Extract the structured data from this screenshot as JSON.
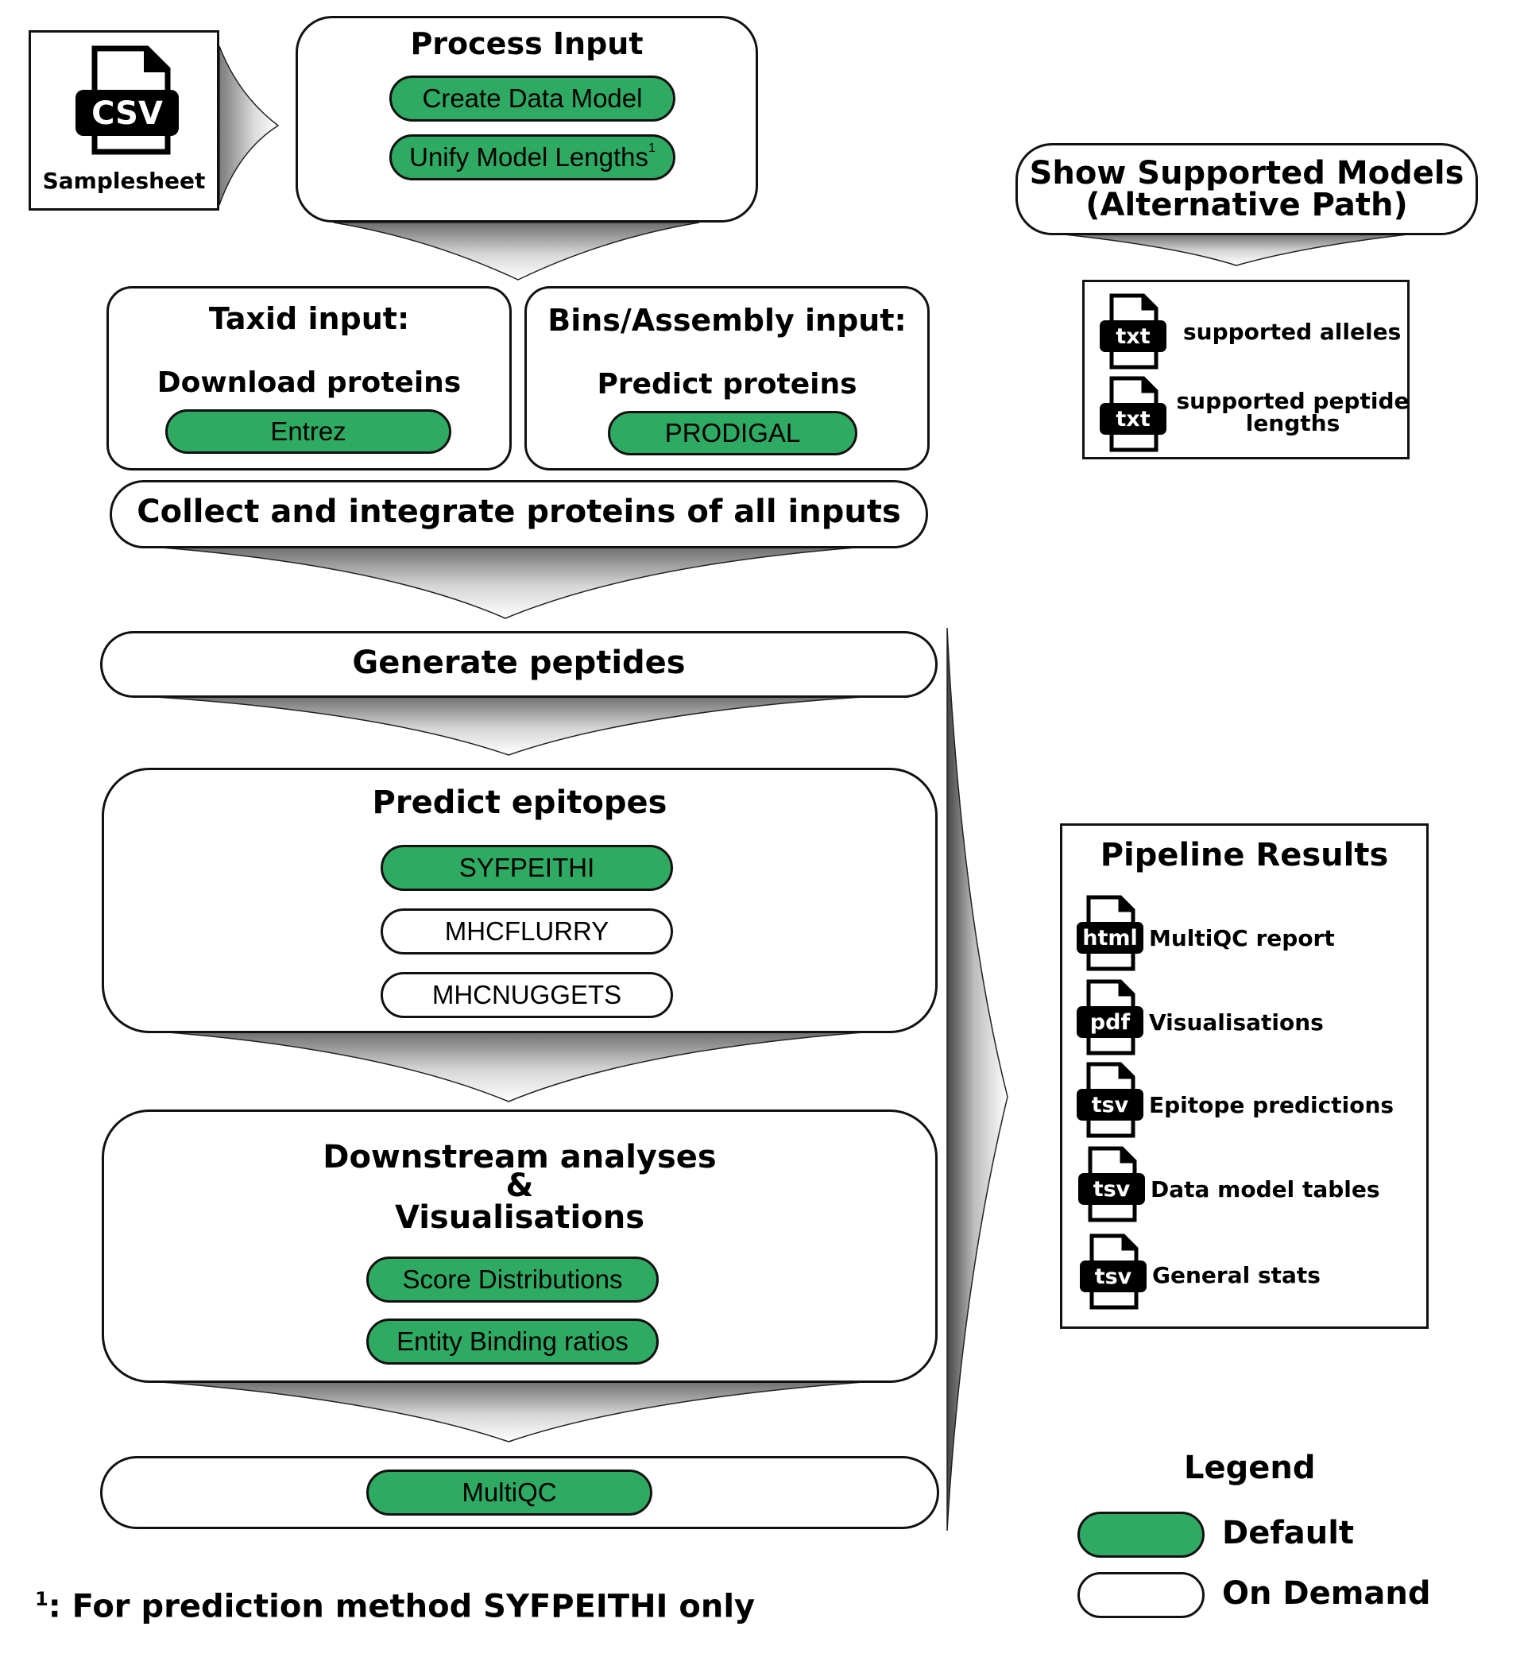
{
  "samplesheet": {
    "file_type": "CSV",
    "label": "Samplesheet"
  },
  "process_input": {
    "title": "Process Input",
    "steps": [
      {
        "label": "Create Data Model",
        "kind": "default"
      },
      {
        "label": "Unify Model Lengths",
        "superscript": "1",
        "kind": "default"
      }
    ]
  },
  "taxid_input": {
    "title": "Taxid input:",
    "subtitle": "Download proteins",
    "tool": "Entrez"
  },
  "bins_input": {
    "title": "Bins/Assembly input:",
    "subtitle": "Predict proteins",
    "tool": "PRODIGAL"
  },
  "collect": {
    "title": "Collect and integrate proteins of all inputs"
  },
  "generate_peptides": {
    "title": "Generate peptides"
  },
  "predict_epitopes": {
    "title": "Predict epitopes",
    "tools": [
      {
        "label": "SYFPEITHI",
        "kind": "default"
      },
      {
        "label": "MHCFLURRY",
        "kind": "ondemand"
      },
      {
        "label": "MHCNUGGETS",
        "kind": "ondemand"
      }
    ]
  },
  "downstream": {
    "title_line1": "Downstream analyses",
    "title_line2": "&",
    "title_line3": "Visualisations",
    "tools": [
      {
        "label": "Score Distributions",
        "kind": "default"
      },
      {
        "label": "Entity Binding ratios",
        "kind": "default"
      }
    ]
  },
  "multiqc": {
    "tool": "MultiQC"
  },
  "footnote": {
    "marker": "1",
    "text": ": For prediction method SYFPEITHI only"
  },
  "supported_models": {
    "title_line1": "Show Supported Models",
    "title_line2": "(Alternative Path)",
    "files": [
      {
        "type": "txt",
        "label": "supported alleles"
      },
      {
        "type": "txt",
        "label_line1": "supported peptide",
        "label_line2": "lengths"
      }
    ]
  },
  "pipeline_results": {
    "title": "Pipeline Results",
    "files": [
      {
        "type": "html",
        "label": "MultiQC report"
      },
      {
        "type": "pdf",
        "label": "Visualisations"
      },
      {
        "type": "tsv",
        "label": "Epitope predictions"
      },
      {
        "type": "tsv",
        "label": "Data model tables"
      },
      {
        "type": "tsv",
        "label": "General stats"
      }
    ]
  },
  "legend": {
    "title": "Legend",
    "items": [
      {
        "label": "Default",
        "color": "#2eaa62"
      },
      {
        "label": "On Demand",
        "color": "#ffffff"
      }
    ]
  },
  "colors": {
    "default_green": "#2eaa62",
    "outline": "#111111"
  }
}
